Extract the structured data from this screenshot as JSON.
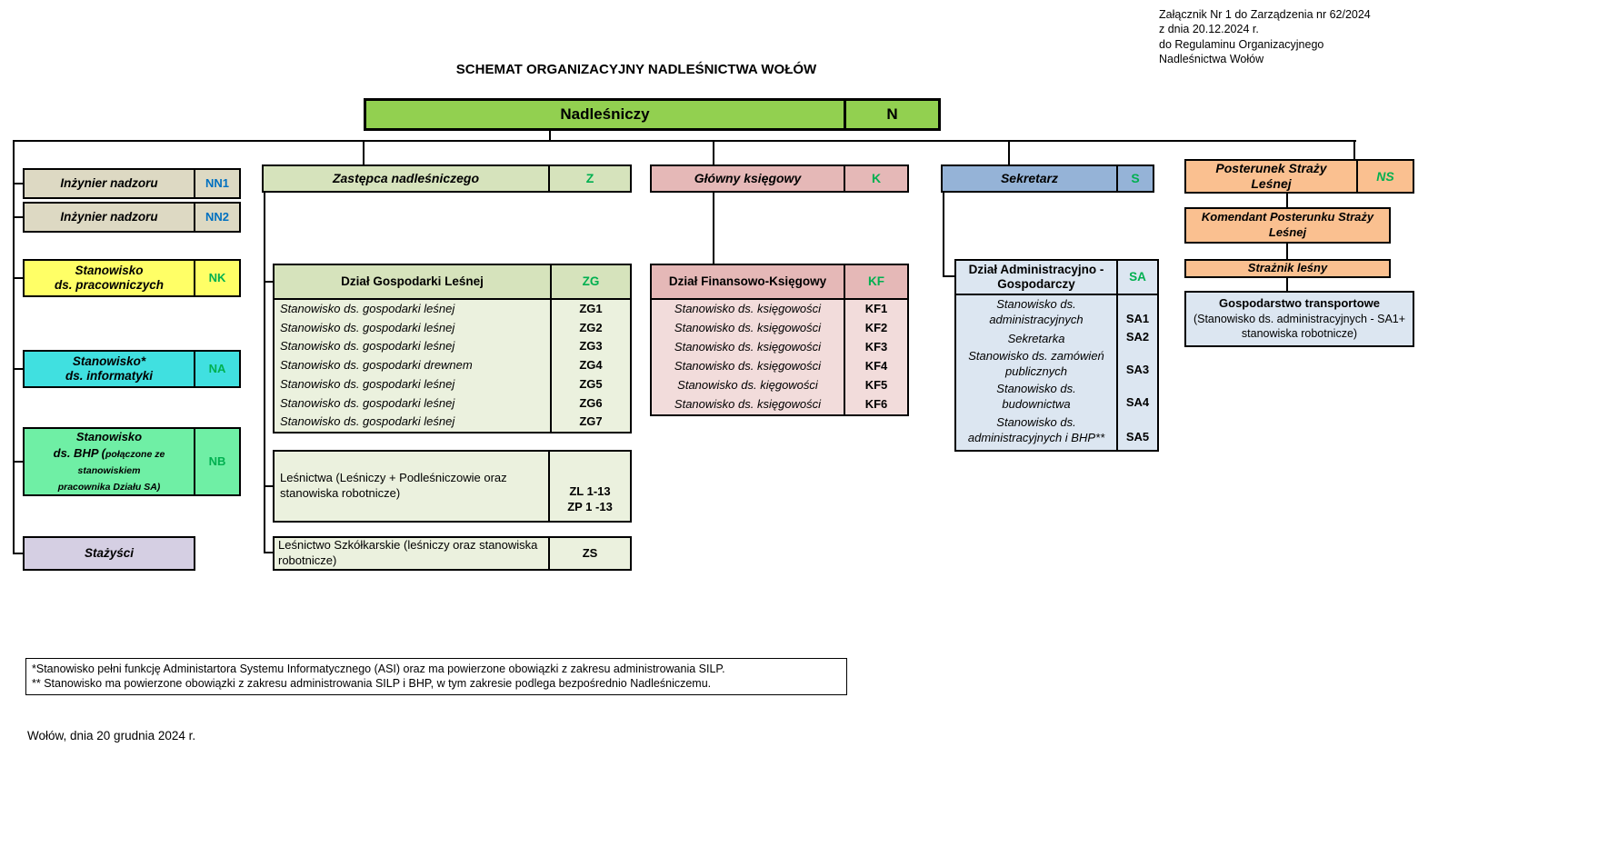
{
  "colors": {
    "root_green": "#92D050",
    "tan": "#DDD9C3",
    "yellow": "#FFFF66",
    "cyan": "#40E0E0",
    "mint": "#6FEFA5",
    "lavender": "#D5CFE3",
    "olive": "#D6E3BC",
    "olive_light": "#EBF1DE",
    "pink": "#E5B8B7",
    "pink_light": "#F2DCDB",
    "blue": "#95B3D7",
    "blue_light": "#DCE6F1",
    "orange": "#FAC090",
    "code_green": "#00B050",
    "code_blue": "#0070C0"
  },
  "meta": {
    "attachment_lines": [
      "Załącznik Nr 1 do Zarządzenia nr 62/2024",
      "z dnia 20.12.2024 r.",
      "do Regulaminu Organizacyjnego",
      "Nadleśnictwa Wołów"
    ],
    "title": "SCHEMAT ORGANIZACYJNY NADLEŚNICTWA WOŁÓW",
    "footnote1": "*Stanowisko pełni funkcję Administartora Systemu Informatycznego (ASI) oraz ma powierzone obowiązki z zakresu administrowania SILP.",
    "footnote2": "** Stanowisko ma powierzone obowiązki z zakresu administrowania SILP i BHP, w tym zakresie podlega bezpośrednio Nadleśniczemu.",
    "footer_date": "Wołów, dnia 20 grudnia 2024 r."
  },
  "root": {
    "label": "Nadleśniczy",
    "code": "N"
  },
  "left": {
    "nn1": {
      "label": "Inżynier nadzoru",
      "code": "NN1"
    },
    "nn2": {
      "label": "Inżynier nadzoru",
      "code": "NN2"
    },
    "nk": {
      "label": "Stanowisko\nds. pracowniczych",
      "code": "NK"
    },
    "na": {
      "label": "Stanowisko*\nds. informatyki",
      "code": "NA"
    },
    "nb": {
      "label_main": "Stanowisko\nds. BHP (",
      "label_small": "połączone ze\nstanowiskiem\npracownika Działu SA)",
      "code": "NB"
    },
    "stazysci": {
      "label": "Stażyści"
    }
  },
  "zastepca": {
    "head": {
      "label": "Zastępca nadleśniczego",
      "code": "Z"
    },
    "zg_header": {
      "label": "Dział Gospodarki Leśnej",
      "code": "ZG"
    },
    "zg_rows": [
      {
        "label": "Stanowisko ds. gospodarki leśnej",
        "code": "ZG1"
      },
      {
        "label": "Stanowisko ds. gospodarki leśnej",
        "code": "ZG2"
      },
      {
        "label": "Stanowisko ds. gospodarki leśnej",
        "code": "ZG3"
      },
      {
        "label": "Stanowisko ds. gospodarki drewnem",
        "code": "ZG4"
      },
      {
        "label": "Stanowisko ds. gospodarki leśnej",
        "code": "ZG5"
      },
      {
        "label": "Stanowisko ds. gospodarki leśnej",
        "code": "ZG6"
      },
      {
        "label": "Stanowisko ds. gospodarki leśnej",
        "code": "ZG7"
      }
    ],
    "lesnictwa": {
      "label": "Leśnictwa (Leśniczy + Podleśniczowie oraz stanowiska robotnicze)",
      "codes": "ZL 1-13\nZP 1 -13"
    },
    "szkolkarskie": {
      "label": "Leśnictwo Szkółkarskie (leśniczy oraz stanowiska robotnicze)",
      "code": "ZS"
    }
  },
  "ksiegowy": {
    "head": {
      "label": "Główny księgowy",
      "code": "K"
    },
    "kf_header": {
      "label": "Dział Finansowo-Księgowy",
      "code": "KF"
    },
    "kf_rows": [
      {
        "label": "Stanowisko ds. księgowości",
        "code": "KF1"
      },
      {
        "label": "Stanowisko ds. księgowości",
        "code": "KF2"
      },
      {
        "label": "Stanowisko ds. księgowości",
        "code": "KF3"
      },
      {
        "label": "Stanowisko ds. księgowości",
        "code": "KF4"
      },
      {
        "label": "Stanowisko ds. kięgowości",
        "code": "KF5"
      },
      {
        "label": "Stanowisko ds. księgowości",
        "code": "KF6"
      }
    ]
  },
  "sekretarz": {
    "head": {
      "label": "Sekretarz",
      "code": "S"
    },
    "sa_header": {
      "label": "Dział Administracyjno -\nGospodarczy",
      "code": "SA"
    },
    "sa_rows": [
      {
        "label": "Stanowisko ds.\nadministracyjnych",
        "code": "SA1"
      },
      {
        "label": "Sekretarka",
        "code": "SA2"
      },
      {
        "label": "Stanowisko ds. zamówień\npublicznych",
        "code": "SA3"
      },
      {
        "label": "Stanowisko ds.\nbudownictwa",
        "code": "SA4"
      },
      {
        "label": "Stanowisko ds.\nadministracyjnych i BHP**",
        "code": "SA5"
      }
    ]
  },
  "straz": {
    "head": {
      "label": "Posterunek Straży\nLeśnej",
      "code": "NS"
    },
    "komendant": {
      "label": "Komendant Posterunku Straży\nLeśnej"
    },
    "straznik": {
      "label": "Strażnik leśny"
    },
    "transport": {
      "title": "Gospodarstwo transportowe",
      "desc": "(Stanowisko ds. administracyjnych - SA1+ stanowiska robotnicze)"
    }
  }
}
